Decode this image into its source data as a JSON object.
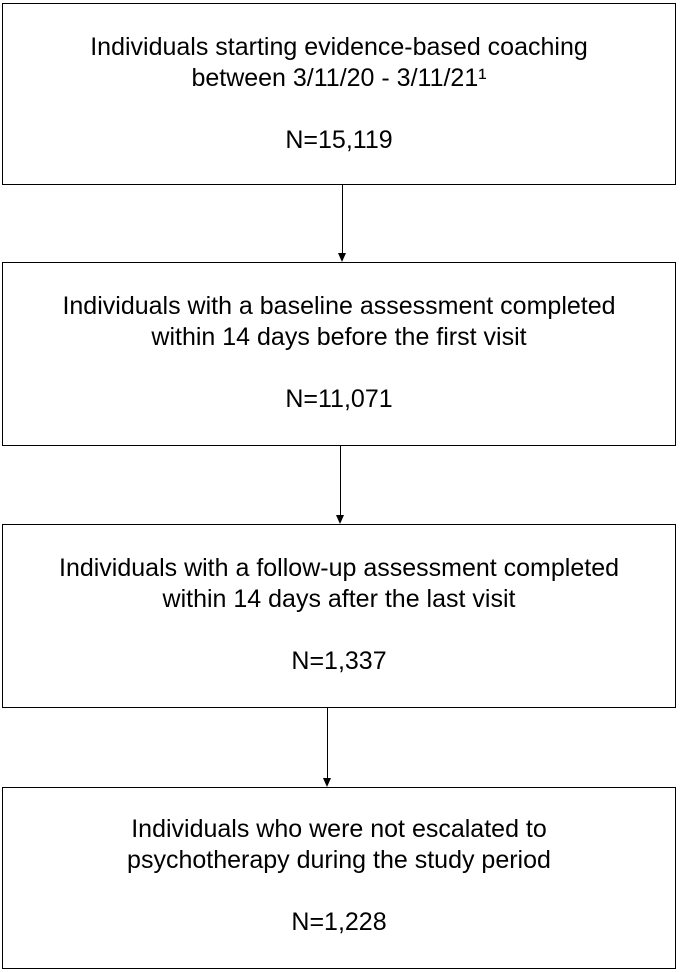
{
  "flowchart": {
    "steps": [
      {
        "line1": "Individuals starting evidence-based coaching",
        "line2": "between 3/11/20 - 3/11/21¹",
        "count": "N=15,119"
      },
      {
        "line1": "Individuals with a baseline assessment completed",
        "line2": "within 14 days before the first visit",
        "count": "N=11,071"
      },
      {
        "line1": "Individuals with a follow-up assessment completed",
        "line2": "within 14 days after the last visit",
        "count": "N=1,337"
      },
      {
        "line1": "Individuals who were not escalated to",
        "line2": "psychotherapy during the study period",
        "count": "N=1,228"
      }
    ]
  }
}
